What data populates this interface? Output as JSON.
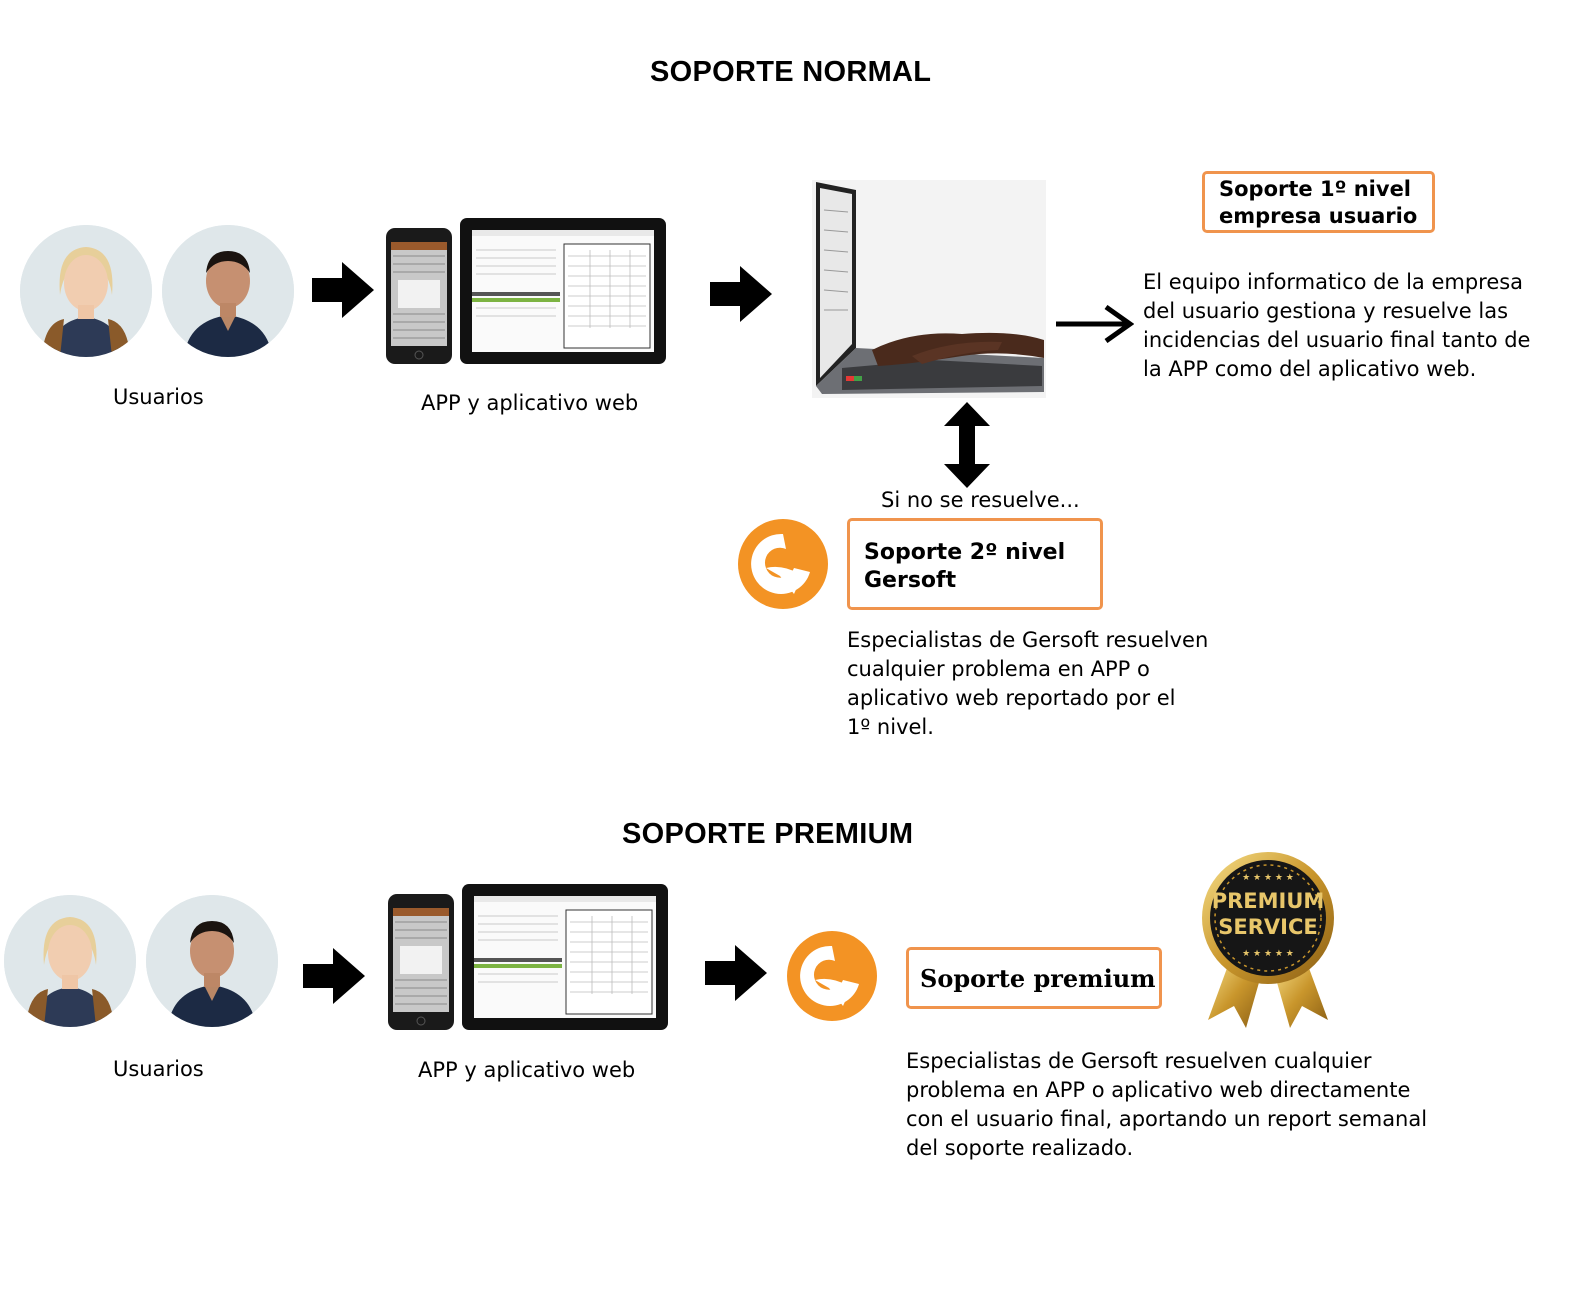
{
  "normal": {
    "title": "SOPORTE NORMAL",
    "users_label": "Usuarios",
    "app_label": "APP y aplicativo web",
    "level1": {
      "box_line1": "Soporte 1º nivel",
      "box_line2": "empresa usuario",
      "desc": [
        "El equipo informatico de la empresa",
        "del usuario gestiona y resuelve las",
        "incidencias del usuario final tanto de",
        "la APP como del aplicativo web."
      ]
    },
    "escalation_label": "Si no se resuelve...",
    "level2": {
      "box_line1": "Soporte 2º nivel",
      "box_line2": "Gersoft",
      "desc": [
        "Especialistas de Gersoft resuelven",
        "cualquier problema en APP o",
        "aplicativo web reportado por el",
        "1º nivel."
      ]
    }
  },
  "premium": {
    "title": "SOPORTE PREMIUM",
    "users_label": "Usuarios",
    "app_label": "APP y aplicativo web",
    "box_label": "Soporte premium",
    "desc": [
      "Especialistas de Gersoft resuelven cualquier",
      "problema en APP o aplicativo web directamente",
      "con el usuario final, aportando un report semanal",
      "del soporte realizado."
    ],
    "badge_line1": "PREMIUM",
    "badge_line2": "SERVICE"
  },
  "colors": {
    "accent_orange": "#f0944d",
    "logo_orange": "#f39324",
    "arrow": "#000000"
  }
}
